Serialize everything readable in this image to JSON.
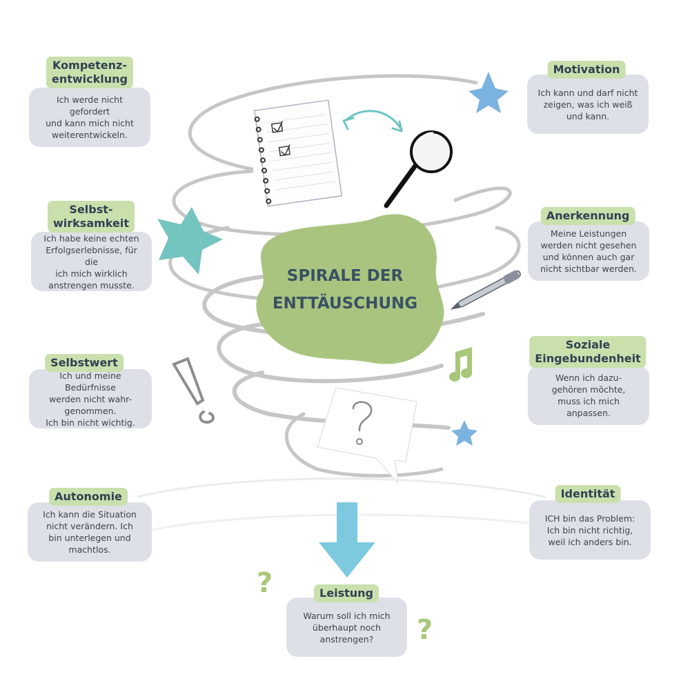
{
  "title": "SPIRALE DER\nENTTÄUSCHUNG",
  "boxes": {
    "kompetenz": {
      "label": "Kompetenz-\nentwicklung",
      "text": "Ich werde nicht gefordert\nund kann mich nicht\nweiterentwickeln."
    },
    "selbstwirksamkeit": {
      "label": "Selbst-\nwirksamkeit",
      "text": "Ich habe keine echten\nErfolgserlebnisse, für die\nich mich wirklich\nanstrengen musste."
    },
    "selbstwert": {
      "label": "Selbstwert",
      "text": "Ich und meine Bedürfnisse\nwerden nicht wahr-\ngenommen.\nIch bin nicht wichtig."
    },
    "autonomie": {
      "label": "Autonomie",
      "text": "Ich kann die Situation\nnicht verändern. Ich\nbin unterlegen und\nmachtlos."
    },
    "motivation": {
      "label": "Motivation",
      "text": "Ich kann und darf nicht\nzeigen, was ich weiß\nund kann."
    },
    "anerkennung": {
      "label": "Anerkennung",
      "text": "Meine Leistungen\nwerden nicht gesehen\nund können auch gar\nnicht sichtbar werden."
    },
    "sozial": {
      "label": "Soziale\nEingebundenheit",
      "text": "Wenn ich dazu-\ngehören möchte,\nmuss ich mich\nanpassen."
    },
    "identitaet": {
      "label": "Identität",
      "text": "ICH bin das Problem:\nIch bin nicht richtig,\nweil ich anders bin."
    },
    "leistung": {
      "label": "Leistung",
      "text": "Warum soll ich mich\nüberhaupt noch\nanstrengen?"
    }
  },
  "decor": {
    "question_mark": "?",
    "icons": [
      "star-icon",
      "notebook-icon",
      "magnifier-icon",
      "pen-icon",
      "music-note-icon",
      "exclamation-icon",
      "speech-bubble-icon",
      "arrow-down-icon"
    ]
  },
  "colors": {
    "box_bg": "#dde1e7",
    "label_bg": "#c9e0ad",
    "blob": "#a9c47f",
    "title": "#3a5163",
    "teal_star": "#74c4c0",
    "blue_star": "#7bb2e0",
    "arrow": "#7cc9e0",
    "spiral": "#c8c8c8"
  }
}
